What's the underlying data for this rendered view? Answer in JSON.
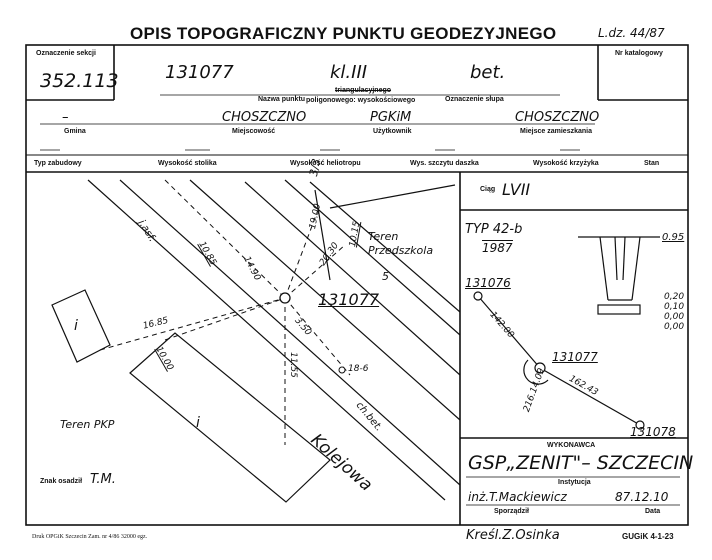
{
  "header": {
    "title": "OPIS TOPOGRAFICZNY PUNKTU GEODEZYJNEGO",
    "ldz": "L.dz. 44/87",
    "section_label": "Oznaczenie sekcji",
    "section_value": "352.113",
    "catalog_label": "Nr katalogowy"
  },
  "row1": {
    "point_number": "131077",
    "class": "kl.III",
    "post": "bet.",
    "name_label": "Nazwa punktu",
    "triang_label": "triangulacyjnego",
    "polig_label": "poligonowego: wysokościowego",
    "post_label": "Oznaczenie słupa"
  },
  "row2": {
    "gmina_value": "–",
    "miejscowosc_value": "CHOSZCZNO",
    "uzytkownik_value": "PGKiM",
    "miejsce_value": "CHOSZCZNO",
    "gmina_label": "Gmina",
    "miejscowosc_label": "Miejscowość",
    "uzytkownik_label": "Użytkownik",
    "miejsce_label": "Miejsce zamieszkania"
  },
  "row3": {
    "labels": [
      "Typ zabudowy",
      "Wysokość stolika",
      "Wysokość heliotropu",
      "Wys. szczytu daszka",
      "Wysokość krzyżyka",
      "Stan"
    ]
  },
  "sketch": {
    "point": "131077",
    "teren_przedszkola": "Teren\nPrzedszkola",
    "teren_pkp": "Teren PKP",
    "street": "Kolejowa",
    "asf": "j.asf.",
    "chbet": "ch.bet.",
    "code_33": "3/3",
    "num_5": "5",
    "bldg_i1": "i",
    "bldg_i2": "i",
    "d_1085": "10.85",
    "d_1490": "14.90",
    "d_1685": "16.85",
    "d_1000": "10.00",
    "d_350": "3.50",
    "d_1155": "11.55",
    "d_2030": "20.30",
    "d_1900": "19.00",
    "d_1015": "10.15",
    "d_186": "18-6",
    "author_label": "Znak osadził",
    "author": "T.M."
  },
  "ciag": {
    "label": "Ciąg",
    "value": "LVII",
    "typ": "TYP 42-b",
    "year": "1987",
    "depth_095": "0.95",
    "p_left": "131076",
    "p_center": "131077",
    "p_right": "131078",
    "dist_left": "142.00",
    "dist_right": "162.43",
    "angle": "216.14.09",
    "depth_020": "0,20",
    "depth_010": "0,10",
    "depth_000a": "0,00",
    "depth_000b": "0,00"
  },
  "footer": {
    "wykonawca_label": "WYKONAWCA",
    "wykonawca": "GSP„ZENIT\"– SZCZECIN",
    "instytucja_label": "Instytucja",
    "sporzadzil": "inż.T.Mackiewicz",
    "date": "87.12.10",
    "sporzadzil_label": "Sporządził",
    "data_label": "Data",
    "kreslil": "Kreśl.Z.Osinka",
    "printer": "Druk OPGiK Szczecin Zam. nr 4/86    32000 egz.",
    "code": "GUGiK 4-1-23"
  }
}
